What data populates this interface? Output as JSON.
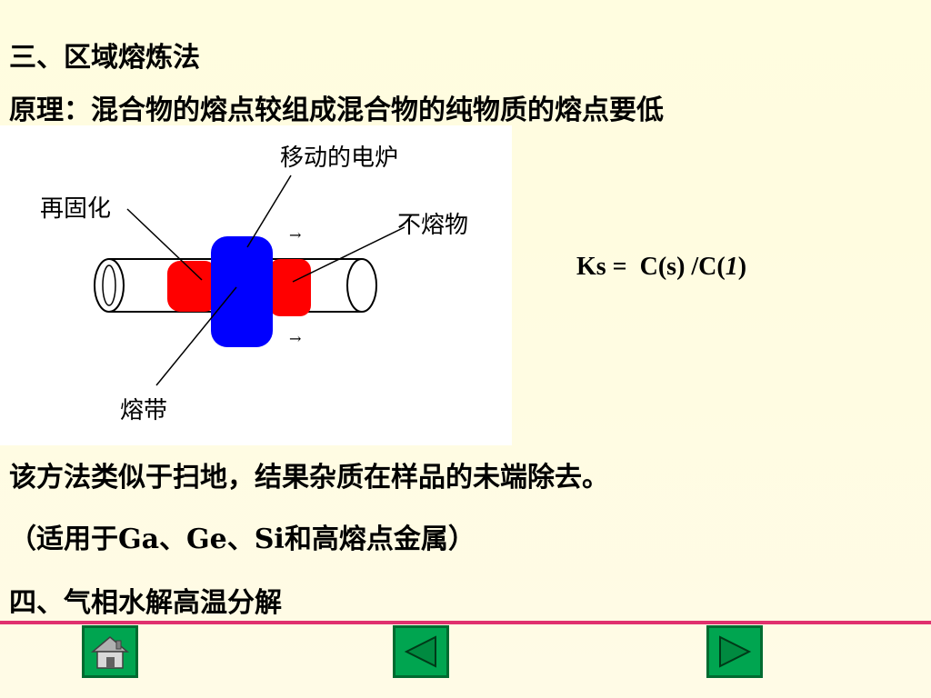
{
  "section_title": "三、区域熔炼法",
  "principle": "原理：混合物的熔点较组成混合物的纯物质的熔点要低",
  "diagram": {
    "label_furnace": "移动的电炉",
    "label_resolidify": "再固化",
    "label_unmelted": "不熔物",
    "label_zone": "熔带",
    "arrow_glyph": "→"
  },
  "formula": {
    "lhs": "Ks =",
    "rhs_prefix": "C(s) /C(",
    "rhs_italic": "1",
    "rhs_suffix": ")"
  },
  "description": "该方法类似于扫地，结果杂质在样品的未端除去。",
  "applicability": "（适用于Ga、Ge、Si和高熔点金属）",
  "next_section": "四、气相水解高温分解",
  "nav": {
    "home": "home-icon",
    "prev": "prev-arrow-icon",
    "next": "next-arrow-icon"
  },
  "colors": {
    "divider": "#e0306e",
    "nav_button": "#00a550",
    "melt_zone": "#ff0000",
    "furnace": "#0000ff"
  }
}
